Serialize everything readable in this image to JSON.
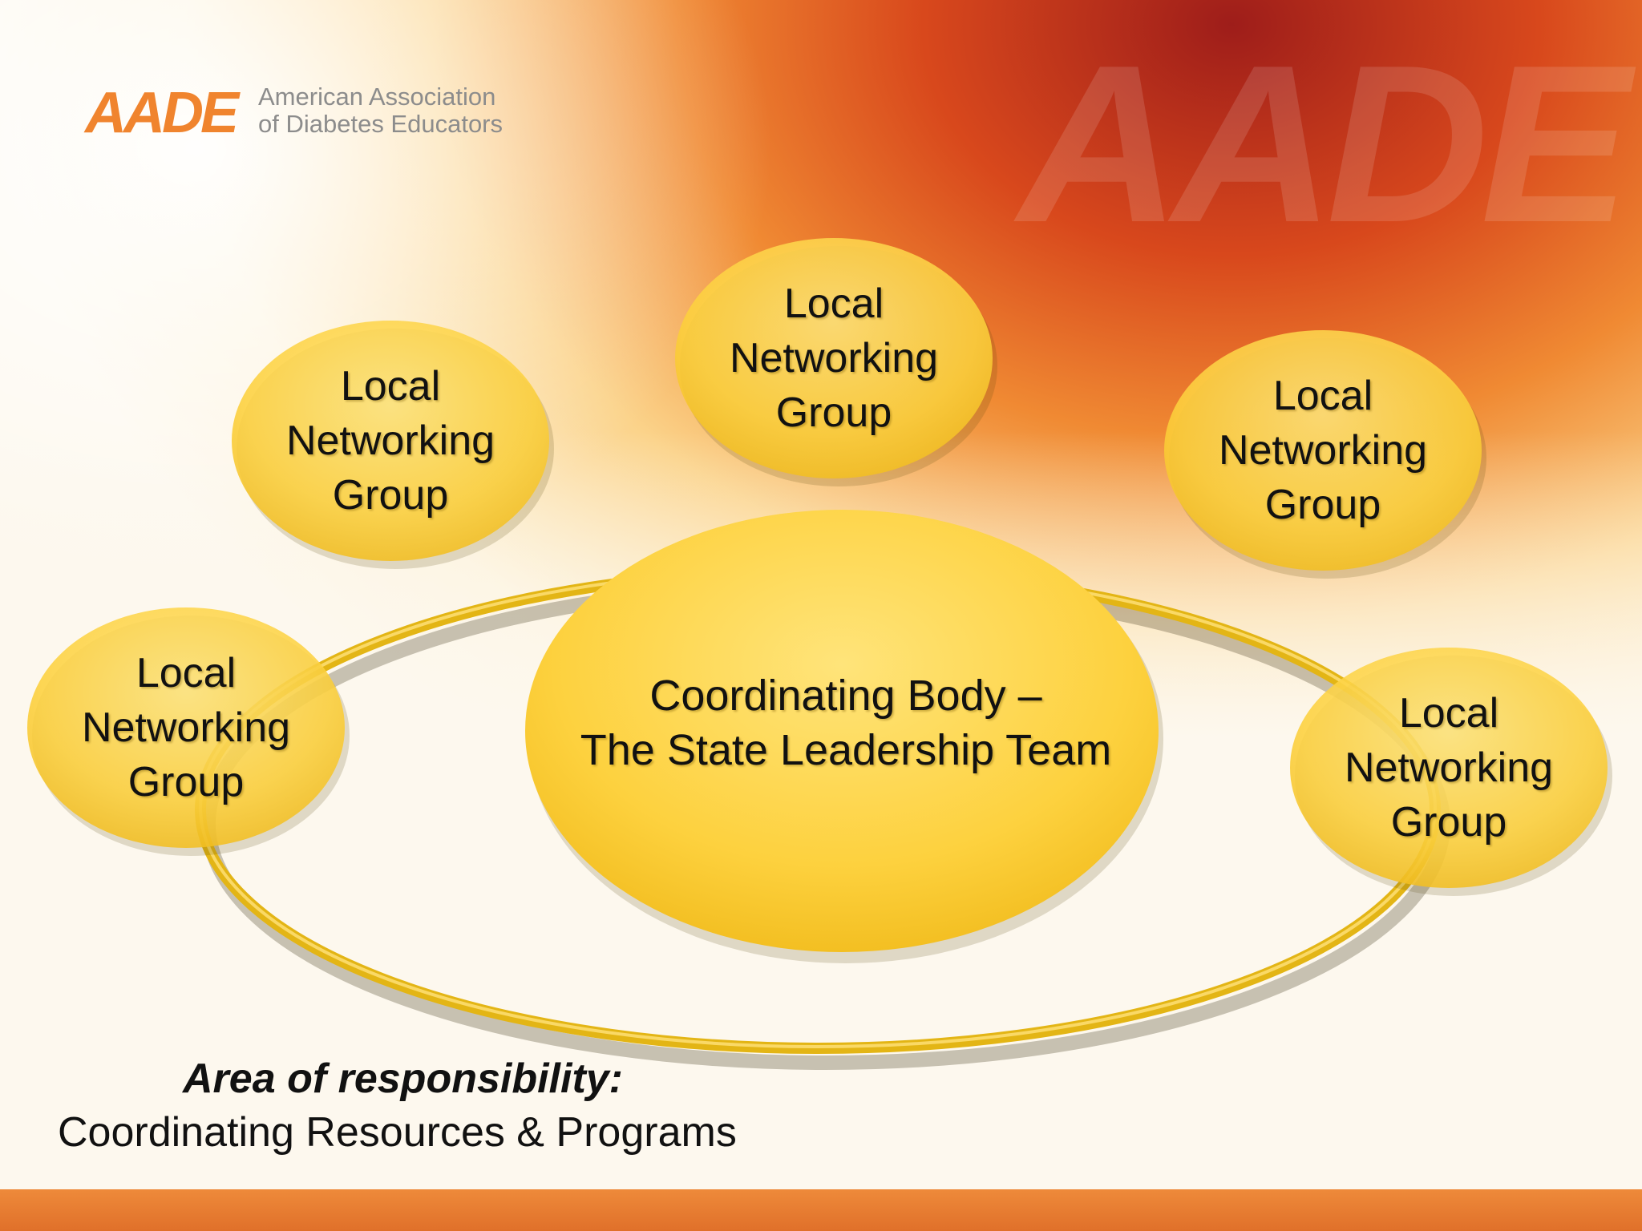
{
  "logo": {
    "mark": "AADE",
    "name_line1": "American Association",
    "name_line2": "of Diabetes Educators"
  },
  "watermark": "AADE",
  "diagram": {
    "center": {
      "line1": "Coordinating Body –",
      "line2": "The State Leadership Team"
    },
    "groups": [
      {
        "line1": "Local",
        "line2": "Networking",
        "line3": "Group"
      },
      {
        "line1": "Local",
        "line2": "Networking",
        "line3": "Group"
      },
      {
        "line1": "Local",
        "line2": "Networking",
        "line3": "Group"
      },
      {
        "line1": "Local",
        "line2": "Networking",
        "line3": "Group"
      },
      {
        "line1": "Local",
        "line2": "Networking",
        "line3": "Group"
      }
    ]
  },
  "footer": {
    "heading": "Area of responsibility:",
    "subtitle": "Coordinating Resources & Programs"
  },
  "colors": {
    "node_fill": "#fcd03c",
    "node_fill_light": "#ffe680",
    "ring": "#e3b515",
    "accent_orange": "#e87b2c",
    "bar": "#e57b2e"
  }
}
